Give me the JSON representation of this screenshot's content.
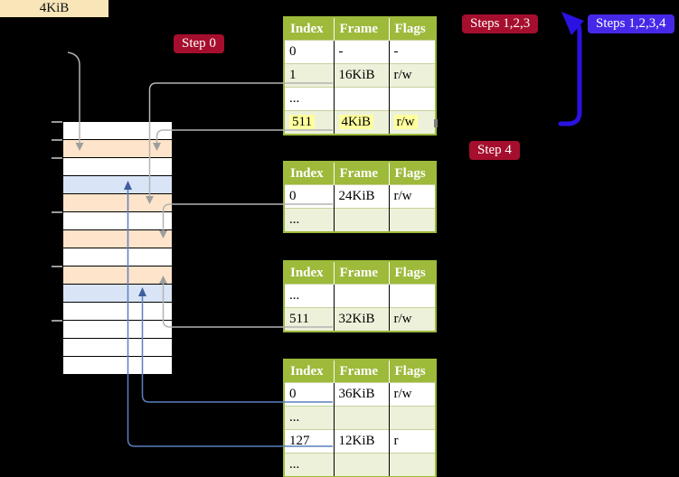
{
  "labels": {
    "frame_size": "4KiB",
    "step0": "Step 0",
    "steps_123": "Steps 1,2,3",
    "steps_1234": "Steps 1,2,3,4",
    "step4": "Step 4"
  },
  "colors": {
    "badge-red": "#a60e2d",
    "badge-blue": "#4629e8",
    "arrow-blue": "#2a12e2",
    "connector-gray": "#b3b3b3",
    "connector-gray-head": "#9e9e9e",
    "connector-blue": "#5c7fbe",
    "connector-blue-head": "#3f5e9e",
    "table-header-green": "#9dba3b",
    "row-green": "#edf1da",
    "highlight-yellow": "#ffff9e",
    "mem-orange": "#fde4ca",
    "mem-blue": "#d9e5f6",
    "label-cream": "#f8e5b8"
  },
  "tables": [
    {
      "name": "page-table-top",
      "headers": [
        "Index",
        "Frame",
        "Flags"
      ],
      "rows": [
        {
          "cells": [
            "0",
            "-",
            "-"
          ],
          "shaded": false,
          "highlighted": false
        },
        {
          "cells": [
            "1",
            "16KiB",
            "r/w"
          ],
          "shaded": true,
          "highlighted": false
        },
        {
          "cells": [
            "...",
            "",
            ""
          ],
          "shaded": false,
          "highlighted": false
        },
        {
          "cells": [
            "511",
            "4KiB",
            "r/w"
          ],
          "shaded": true,
          "highlighted": true
        }
      ]
    },
    {
      "name": "page-table-second",
      "headers": [
        "Index",
        "Frame",
        "Flags"
      ],
      "rows": [
        {
          "cells": [
            "0",
            "24KiB",
            "r/w"
          ],
          "shaded": false,
          "highlighted": false
        },
        {
          "cells": [
            "...",
            "",
            ""
          ],
          "shaded": true,
          "highlighted": false
        }
      ]
    },
    {
      "name": "page-table-third",
      "headers": [
        "Index",
        "Frame",
        "Flags"
      ],
      "rows": [
        {
          "cells": [
            "...",
            "",
            ""
          ],
          "shaded": false,
          "highlighted": false
        },
        {
          "cells": [
            "511",
            "32KiB",
            "r/w"
          ],
          "shaded": true,
          "highlighted": false
        }
      ]
    },
    {
      "name": "page-table-bottom",
      "headers": [
        "Index",
        "Frame",
        "Flags"
      ],
      "rows": [
        {
          "cells": [
            "0",
            "36KiB",
            "r/w"
          ],
          "shaded": false,
          "highlighted": false
        },
        {
          "cells": [
            "...",
            "",
            ""
          ],
          "shaded": true,
          "highlighted": false
        },
        {
          "cells": [
            "127",
            "12KiB",
            "r"
          ],
          "shaded": false,
          "highlighted": false
        },
        {
          "cells": [
            "...",
            "",
            ""
          ],
          "shaded": true,
          "highlighted": false
        }
      ]
    }
  ],
  "memory": {
    "rows": [
      "white",
      "orange",
      "white",
      "blue",
      "orange",
      "white",
      "orange",
      "white",
      "orange",
      "blue",
      "white",
      "white",
      "white",
      "white"
    ]
  }
}
